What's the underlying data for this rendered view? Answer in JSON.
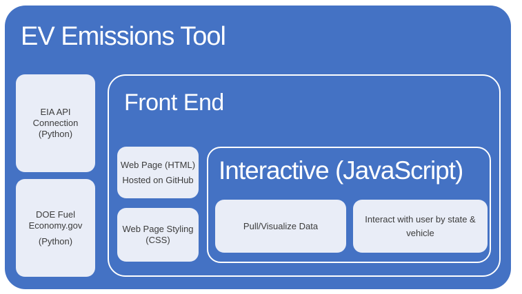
{
  "colors": {
    "primary_blue": "#4472C4",
    "leaf_box_fill": "#E9EDF7",
    "outline_white": "#FFFFFF",
    "box_text": "#3B3B3B"
  },
  "diagram": {
    "title": "EV Emissions Tool",
    "left_column": {
      "eia_box": {
        "lines": [
          "EIA API",
          "Connection",
          "(Python)"
        ]
      },
      "doe_box": {
        "lines": [
          "DOE Fuel",
          "Economy.gov"
        ],
        "footnote": "(Python)"
      }
    },
    "front_end": {
      "title": "Front End",
      "html_box": {
        "lines": [
          "Web Page (HTML)",
          "Hosted on GitHub"
        ]
      },
      "css_box": {
        "lines": [
          "Web Page Styling",
          "(CSS)"
        ]
      },
      "interactive": {
        "title": "Interactive (JavaScript)",
        "pull_box": {
          "label": "Pull/Visualize Data"
        },
        "interact_box": {
          "label": "Interact with user by state & vehicle"
        }
      }
    }
  }
}
